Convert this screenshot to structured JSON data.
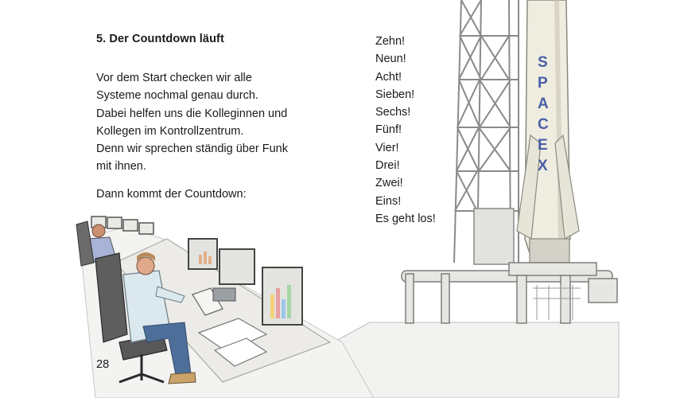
{
  "heading": "5. Der Countdown läuft",
  "paragraph_lines": [
    "Vor dem Start checken wir alle",
    "Systeme nochmal genau durch.",
    "Dabei helfen uns die Kolleginnen und",
    "Kollegen im Kontrollzentrum.",
    "Denn wir sprechen ständig über Funk",
    "mit ihnen."
  ],
  "intro_line": "Dann kommt der Countdown:",
  "countdown": [
    "Zehn!",
    "Neun!",
    "Acht!",
    "Sieben!",
    "Sechs!",
    "Fünf!",
    "Vier!",
    "Drei!",
    "Zwei!",
    "Eins!",
    "Es geht los!"
  ],
  "rocket_lettering": "SPACEX",
  "page_number": "28",
  "colors": {
    "text": "#1a1a1a",
    "rocket_body": "#efece0",
    "tower": "#d9d9d6",
    "lettering": "#4a5fa8",
    "shirt": "#dbe8ee",
    "jeans": "#4d6f9a"
  }
}
